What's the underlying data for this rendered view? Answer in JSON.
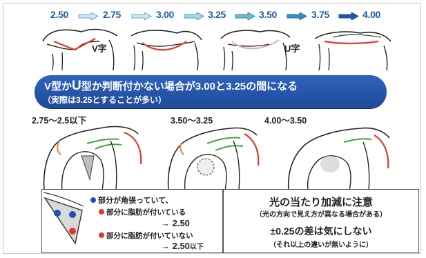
{
  "scale": {
    "scores": [
      "2.50",
      "2.75",
      "3.00",
      "3.25",
      "3.50",
      "3.75",
      "4.00"
    ]
  },
  "top_labels": {
    "v_shape": "V字",
    "u_shape": "U字"
  },
  "banner": {
    "line1_a": "V型か",
    "line1_u": "U",
    "line1_b": "型か判断付かない場合が3.00と3.25の間になる",
    "line2": "（実際は3.25とすることが多い）"
  },
  "ranges": [
    "2.75～2.5以下",
    "3.50～3.25",
    "4.00～3.50"
  ],
  "left_box": {
    "blue_line": "部分が角張っていて、",
    "red_line1": "部分に脂肪が付いている",
    "value1": "→ 2.50",
    "red_line2": "部分に脂肪が付いていない",
    "value2_num": "→ 2.50",
    "value2_suffix": "以下"
  },
  "right_box": {
    "title": "光の当たり加減に注意",
    "subtitle": "（光の方向で見え方が異なる場合がある）",
    "tolerance": "±0.25の差は気にしない",
    "note": "（それ以上の違いが無いように）"
  },
  "colors": {
    "brand_blue": "#1f5aa8",
    "banner_blue": "#2a5bb0",
    "arrow_fill": "#9fd0e6",
    "red": "#e23a2a",
    "green": "#3aa63a",
    "orange": "#f08a3a"
  }
}
